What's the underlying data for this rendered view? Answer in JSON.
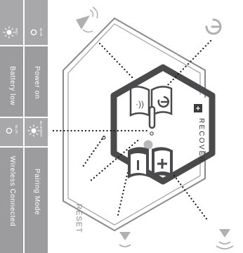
{
  "legend": {
    "top_left_led_color": "RED",
    "top_right_led_color": "BLUE",
    "bottom_left_led_color": "BLUE",
    "bottom_right_led_color": "BLUE/RED",
    "battery_low": "Battery low",
    "power_on": "Power on",
    "wireless_connected": "Wireless Connected",
    "pairing_mode": "Pairing Mode"
  },
  "device": {
    "recover_label": "RECOVER",
    "recover_key": "+",
    "reset_label": "RESET",
    "minus_key": "I",
    "plus_key": "+"
  },
  "colors": {
    "panel": "#a8a8aa",
    "device_dark": "#4a4a4c",
    "outline": "#7a7a7c"
  }
}
